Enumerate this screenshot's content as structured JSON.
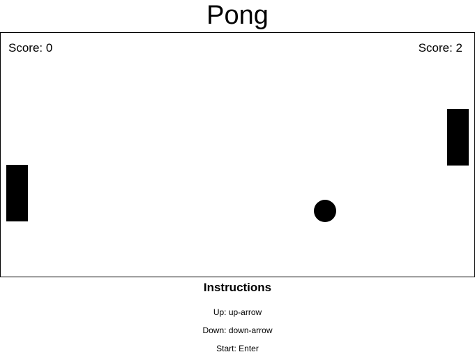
{
  "title": "Pong",
  "board": {
    "left_score_label": "Score: 0",
    "right_score_label": "Score: 2",
    "left_score": 0,
    "right_score": 2
  },
  "instructions": {
    "heading": "Instructions",
    "lines": [
      "Up: up-arrow",
      "Down: down-arrow",
      "Start: Enter"
    ]
  },
  "colors": {
    "background": "#ffffff",
    "foreground": "#000000"
  }
}
